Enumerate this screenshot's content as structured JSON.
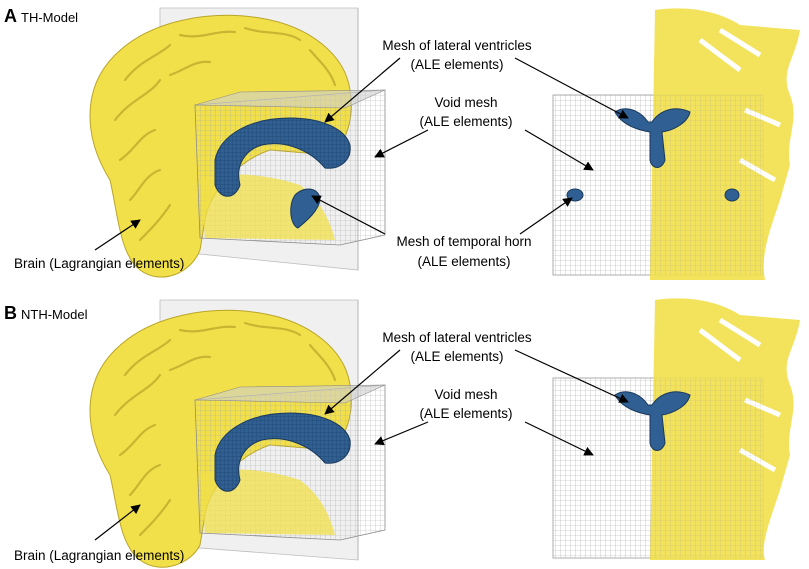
{
  "panels": [
    {
      "letter": "A",
      "title": "TH-Model",
      "labels": {
        "lateral_line1": "Mesh of lateral ventricles",
        "lateral_line2": "(ALE elements)",
        "void_line1": "Void mesh",
        "void_line2": "(ALE elements)",
        "temporal_line1": "Mesh of temporal horn",
        "temporal_line2": "(ALE elements)",
        "brain": "Brain (Lagrangian elements)"
      }
    },
    {
      "letter": "B",
      "title": "NTH-Model",
      "labels": {
        "lateral_line1": "Mesh of lateral ventricles",
        "lateral_line2": "(ALE elements)",
        "void_line1": "Void mesh",
        "void_line2": "(ALE elements)",
        "brain": "Brain (Lagrangian elements)"
      }
    }
  ],
  "colors": {
    "brain": "#f2e04a",
    "brain_shadow": "#c9b62a",
    "ventricle": "#2f5f93",
    "mesh_grid": "#9a9a9a",
    "plane": "#d9d9d9"
  }
}
